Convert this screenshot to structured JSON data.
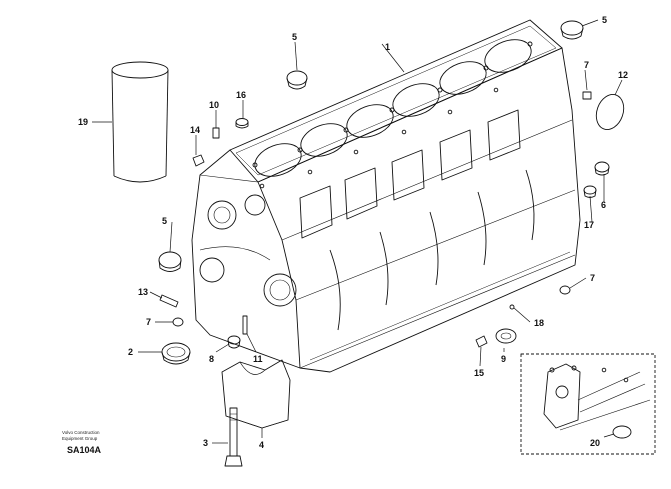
{
  "credit": {
    "line1": "Volvo Construction",
    "line2": "Equipment Group"
  },
  "sheet_code": "SA104A",
  "callouts": {
    "n1": "1",
    "n2": "2",
    "n3": "3",
    "n4": "4",
    "n5_top": "5",
    "n5_upper_right": "5",
    "n5_left": "5",
    "n6": "6",
    "n7_upper_right": "7",
    "n7_right": "7",
    "n7_left": "7",
    "n8": "8",
    "n9": "9",
    "n10": "10",
    "n11": "11",
    "n12": "12",
    "n13": "13",
    "n14": "14",
    "n15": "15",
    "n16": "16",
    "n17": "17",
    "n18": "18",
    "n19": "19",
    "n20": "20"
  },
  "colors": {
    "ink": "#111111",
    "paper": "#ffffff"
  }
}
